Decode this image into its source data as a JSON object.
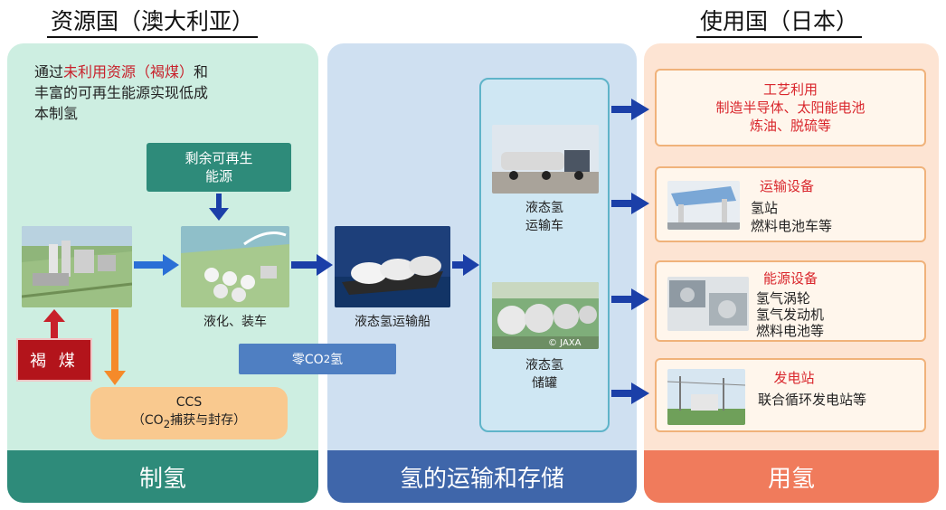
{
  "headers": {
    "left": "资源国（澳大利亚）",
    "right": "使用国（日本）"
  },
  "left_panel": {
    "intro_prefix": "通过",
    "intro_highlight": "未利用资源（褐煤）",
    "intro_suffix": "和",
    "intro_line2": "丰富的可再生能源实现低成",
    "intro_line3": "本制氢",
    "surplus_line1": "剩余可再生",
    "surplus_line2": "能源",
    "lignite": "褐 煤",
    "liquefy_caption": "液化、装车",
    "ccs_title": "CCS",
    "ccs_sub_pre": "（CO",
    "ccs_sub_sub": "2",
    "ccs_sub_post": "捕获与封存）",
    "footer": "制氢"
  },
  "middle_panel": {
    "ship_caption": "液态氢运输船",
    "zero_co2_pre": "零CO",
    "zero_co2_sub": "2",
    "zero_co2_post": "氢",
    "truck_line1": "液态氢",
    "truck_line2": "运输车",
    "tank_line1": "液态氢",
    "tank_line2": "储罐",
    "jaxa": "© JAXA",
    "footer": "氢的运输和存储"
  },
  "right_panel": {
    "box1": {
      "title": "工艺利用",
      "line1": "制造半导体、太阳能电池",
      "line2": "炼油、脱硫等"
    },
    "box2": {
      "title": "运输设备",
      "line1": "氢站",
      "line2": "燃料电池车等"
    },
    "box3": {
      "title": "能源设备",
      "line1": "氢气涡轮",
      "line2": "氢气发动机",
      "line3": "燃料电池等"
    },
    "box4": {
      "title": "发电站",
      "line1": "联合循环发电站等"
    },
    "footer": "用氢"
  },
  "colors": {
    "left_panel_bg": "#cdeee1",
    "left_footer": "#2e8b7a",
    "middle_panel_bg": "#cfe0f1",
    "middle_footer": "#3f66aa",
    "right_panel_bg": "#fde4d3",
    "right_footer": "#f07b5c",
    "arrow_blue": "#1b3fa8",
    "arrow_red": "#c8202a",
    "arrow_orange": "#f58a2a"
  }
}
